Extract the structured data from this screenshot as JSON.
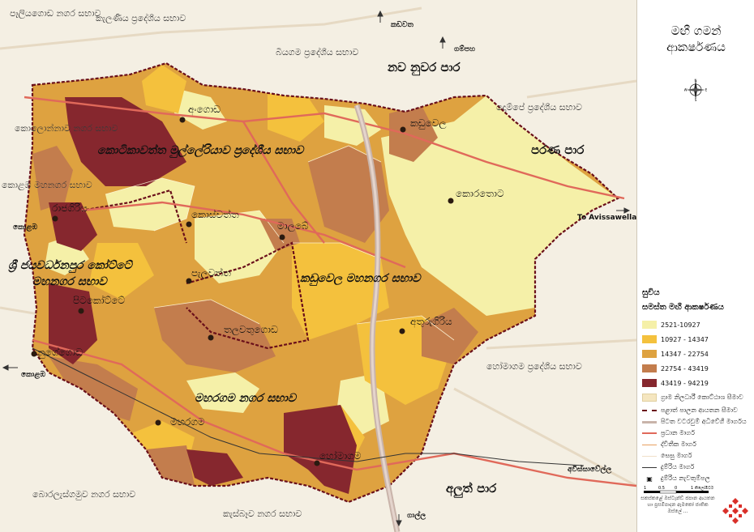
{
  "title": {
    "line1": "මඟී ගමන්",
    "line2": "ආකර්ෂණය"
  },
  "compass": {
    "n": "N",
    "s": "S",
    "e": "E",
    "w": "W"
  },
  "legend": {
    "heading": "සුචිය",
    "subheading": "සමස්ත මඟී ආකර්ෂණය",
    "classes": [
      {
        "label": "2521-10927",
        "color": "#f5f0a8"
      },
      {
        "label": "10927 - 14347",
        "color": "#f4c13d"
      },
      {
        "label": "14347 - 22754",
        "color": "#dea240"
      },
      {
        "label": "22754 - 43419",
        "color": "#c37d4d"
      },
      {
        "label": "43419 - 94219",
        "color": "#86272e"
      }
    ],
    "lines": [
      {
        "label": "ග්‍රාම නිලධාරී කොට්ඨාශ සීමාව"
      },
      {
        "label": "පළාත් පාලන ආයතන සීමාව"
      },
      {
        "label": "පිටත වටරවුම් අධිවේගී මාර්ගය"
      },
      {
        "label": "ප්‍රධාන මාර්ග"
      },
      {
        "label": "ද්විතීක මාර්ග"
      },
      {
        "label": "සෙසු මාර්ග"
      },
      {
        "label": "දුම්රිය මාර්ග"
      },
      {
        "label": "දුම්රිය නැවතුම්පල"
      }
    ]
  },
  "scale": {
    "t0": "1",
    "t1": "0.5",
    "t2": "0",
    "t3": "1 කිලෝමීටර්"
  },
  "credit": "සකස්කළේ ඔස්ටෑන්ඩ් ජපාන ආයතන හා ප්‍රසම්පාදන ඇමකෝ ජාතික ඔස්ලේ ...",
  "map": {
    "regions": {
      "kotikawatta": "කොටිකාවත්ත මුල්ලේරියාව ප්‍රදේශීය සභාව",
      "kaduwela": "කඩුවෙල මහනගර සභාව",
      "jayawardenapura_1": "ශ්‍රී ජයවර්ධනපුර කෝට්ටේ",
      "jayawardenapura_2": "මහනගර සභාව",
      "maharagama": "මහරගම නගර සභාව"
    },
    "roads": {
      "north_label": "නව නුවර පාර",
      "east_label": "පරණ පාර",
      "south_label": "අලුත් පාර",
      "avissawella_en": "To Avissawella",
      "avissawella_si": "අවිස්සාවේල්ල",
      "kadawatha": "කඩවත",
      "gampaha": "ගම්පහ",
      "galle": "ගාල්ල",
      "colombo_w": "කොළඹ",
      "colombo_w2": "කොළඹ"
    },
    "towns": {
      "angoda": "අංගොඩ",
      "kaduwela": "කඩුවෙල",
      "koratota": "කොරතොට",
      "rajagiriya": "රාජගිරිය",
      "koswatta": "කොස්වත්ත",
      "malabe": "මාලබේ",
      "pelawatta": "පැලවත්ත",
      "pitakotte": "පිටකෝට්ටේ",
      "thalawathugoda": "තලවතුගොඩ",
      "athurugiriya": "අතුරුගිරිය",
      "nugegoda": "නුගේගොඩ",
      "maharagama": "මහරගම",
      "homagama": "හෝමාගම"
    },
    "outside": {
      "peliyagoda": "පෑලියගොඩ නගර සභාව",
      "kelaniya": "කැලණිය ප්‍රදේශීය සභාව",
      "biyagama": "බියගම ප්‍රදේශීය සභාව",
      "kolonnawa": "කොලොන්නාව නගර සභාව",
      "colombo_mc": "කොළඹ මහනගර සභාව",
      "dompe": "දොම්පේ ප්‍රදේශීය සභාව",
      "homagama_ps": "හෝමාගම ප්‍රදේශීය සභාව",
      "boralesgamuwa": "බොරලැස්ගමුව නගර සභාව",
      "kesbewa": "කැස්බෑව නගර සභාව"
    }
  }
}
